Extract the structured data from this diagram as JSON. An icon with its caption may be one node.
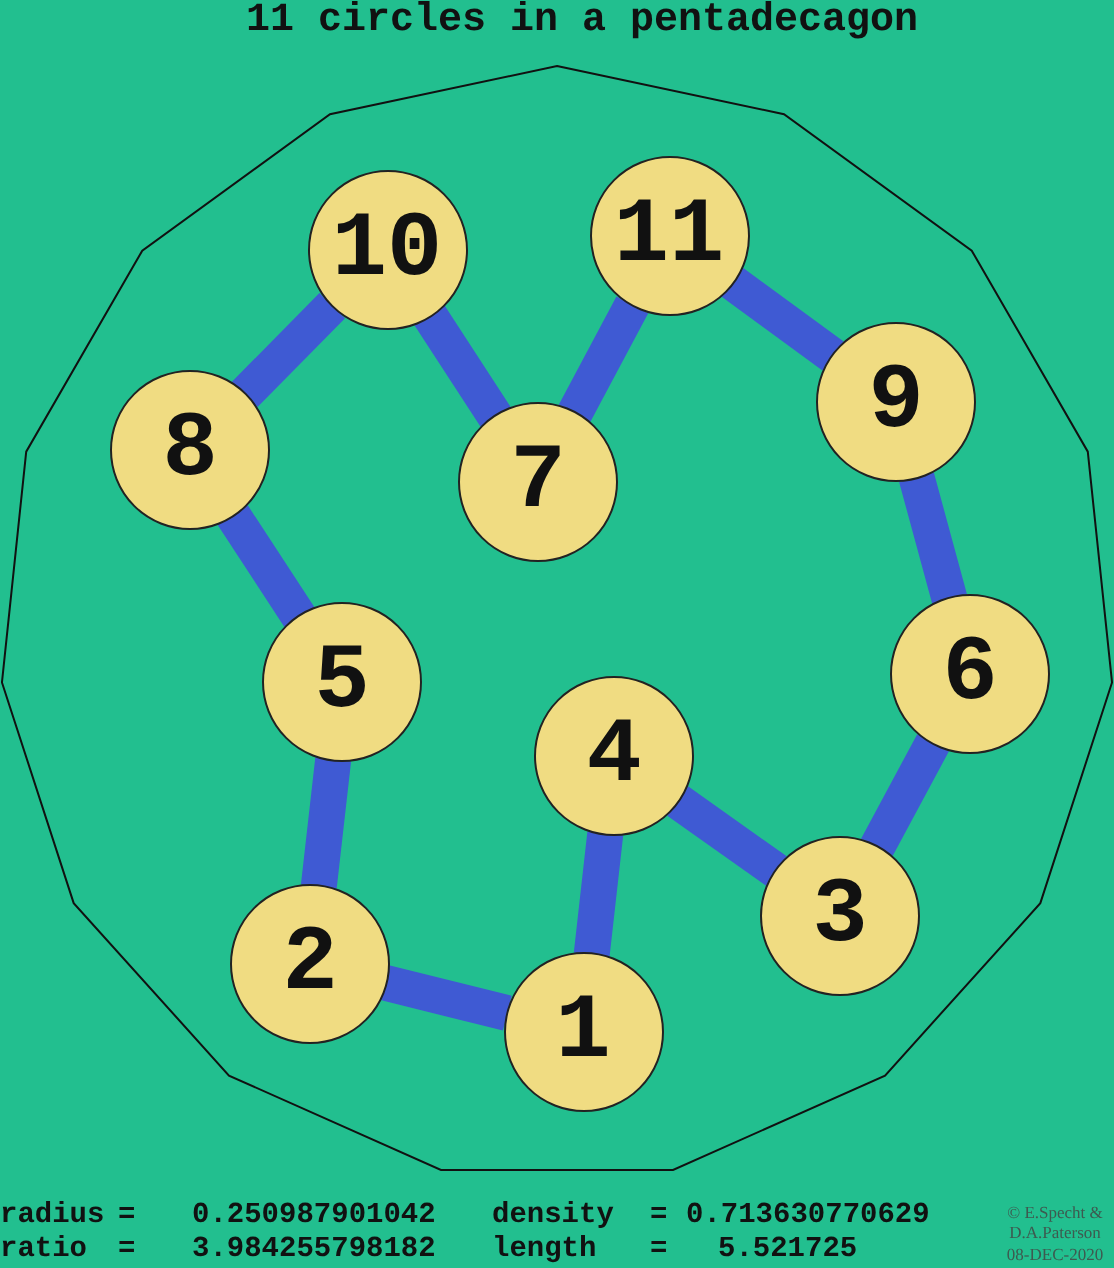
{
  "diagram": {
    "title": "11 circles in a pentadecagon",
    "nodes": [
      {
        "text": [],
        "shape": "polygon"
      },
      {
        "text": [
          "1"
        ],
        "in": 0
      },
      {
        "text": [
          "2"
        ],
        "in": 0
      },
      {
        "text": [
          "3"
        ],
        "in": 0
      },
      {
        "text": [
          "4"
        ],
        "in": 0
      },
      {
        "text": [
          "5"
        ],
        "in": 0
      },
      {
        "text": [
          "6"
        ],
        "in": 0
      },
      {
        "text": [
          "7"
        ],
        "in": 0
      },
      {
        "text": [
          "8"
        ],
        "in": 0
      },
      {
        "text": [
          "9"
        ],
        "in": 0
      },
      {
        "text": [
          "10"
        ],
        "in": 0
      },
      {
        "text": [
          "11"
        ],
        "in": 0
      }
    ],
    "edges": [
      {
        "from": 1,
        "to": 2,
        "arrow": "none"
      },
      {
        "from": 2,
        "to": 5,
        "arrow": "none"
      },
      {
        "from": 5,
        "to": 8,
        "arrow": "none"
      },
      {
        "from": 8,
        "to": 10,
        "arrow": "none"
      },
      {
        "from": 10,
        "to": 7,
        "arrow": "none"
      },
      {
        "from": 7,
        "to": 11,
        "arrow": "none"
      },
      {
        "from": 11,
        "to": 9,
        "arrow": "none"
      },
      {
        "from": 9,
        "to": 6,
        "arrow": "none"
      },
      {
        "from": 6,
        "to": 3,
        "arrow": "none"
      },
      {
        "from": 3,
        "to": 4,
        "arrow": "none"
      },
      {
        "from": 4,
        "to": 1,
        "arrow": "none"
      }
    ],
    "labels": [
      "radius",
      "=",
      "0.250987901042",
      "density",
      "=",
      "0.713630770629",
      "ratio",
      "=",
      "3.984255798182",
      "length",
      "=",
      "5.521725",
      "© E.Specht & D.A.Paterson",
      "08-DEC-2020"
    ]
  }
}
